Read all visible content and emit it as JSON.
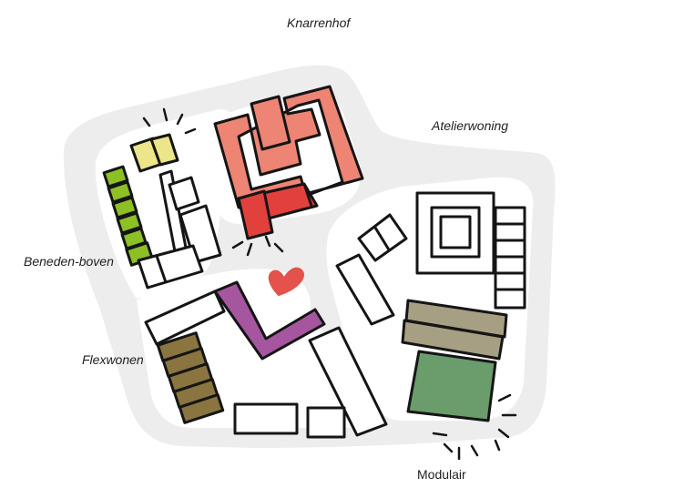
{
  "labels": {
    "knarrenhof": "Knarrenhof",
    "atelierwoning": "Atelierwoning",
    "beneden_boven": "Beneden-boven",
    "flexwonen": "Flexwonen",
    "modulair": "Modulair"
  },
  "colors": {
    "background": "#ffffff",
    "ground": "#ededed",
    "outline": "#151515",
    "building_fill": "#ffffff",
    "knarrenhof": "#ee8474",
    "knarrenhof_accent": "#e2403c",
    "beneden_boven": "#8dc025",
    "yellow_block": "#ece58a",
    "flexwonen": "#8a7540",
    "purple_block": "#a6569f",
    "atelierwoning": "#a69f84",
    "modulair": "#6b9c6c",
    "heart": "#e4524b"
  },
  "icons": {
    "heart": "heart-icon",
    "rays": "sparkle-rays-icon"
  }
}
